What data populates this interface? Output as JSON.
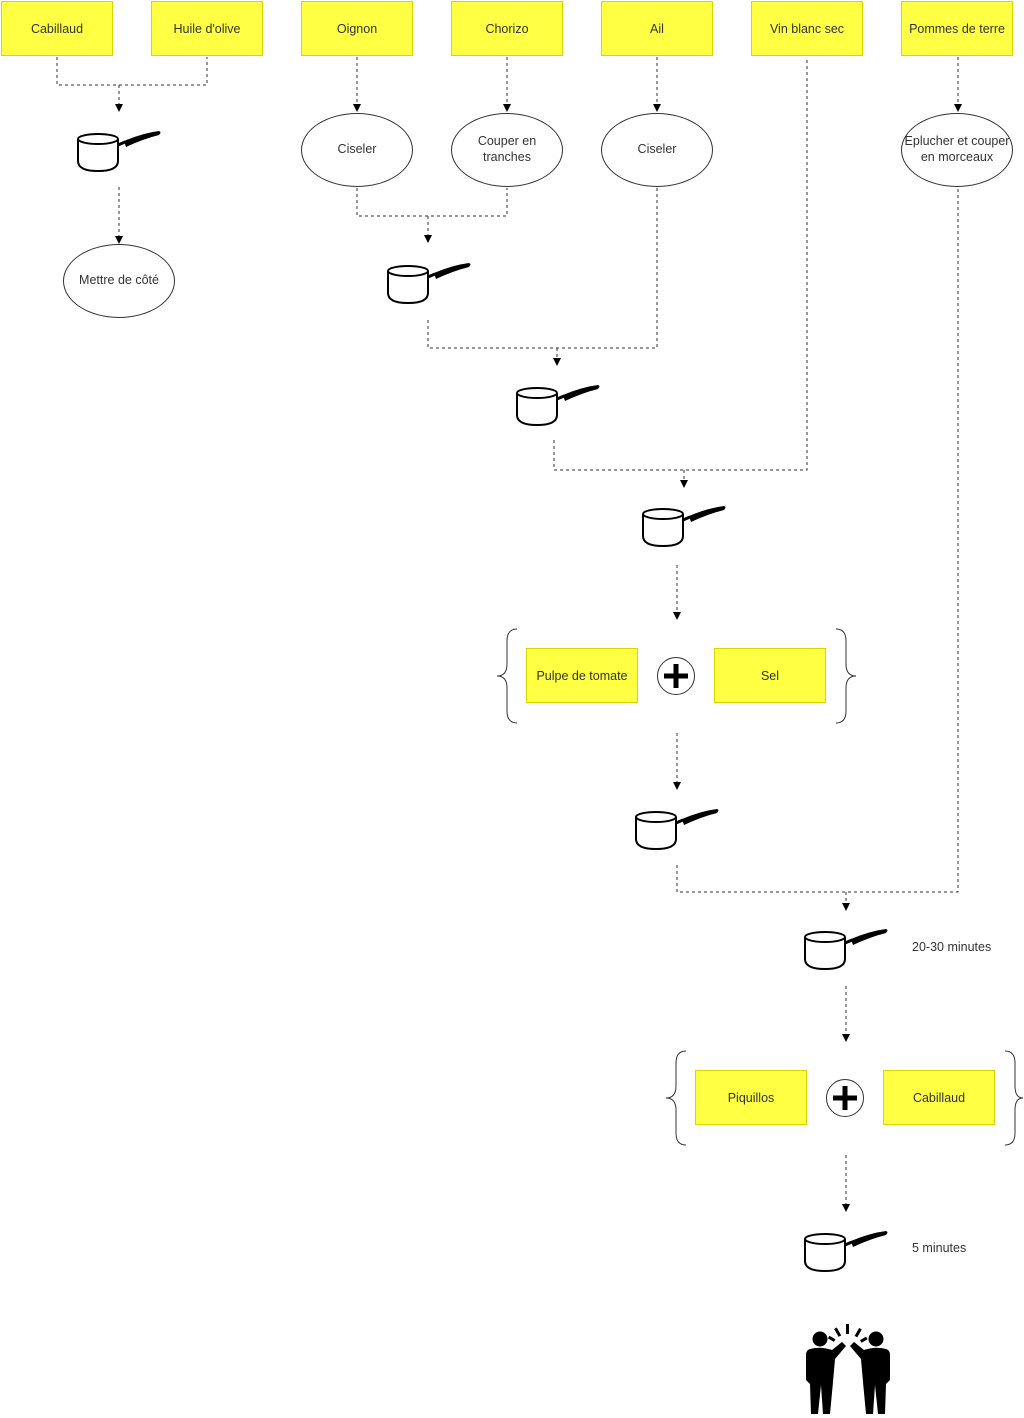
{
  "ingredients": {
    "cabillaud": "Cabillaud",
    "huile": "Huile d'olive",
    "oignon": "Oignon",
    "chorizo": "Chorizo",
    "ail": "Ail",
    "vin": "Vin blanc sec",
    "pommes": "Pommes de terre",
    "pulpe": "Pulpe de tomate",
    "sel": "Sel",
    "piquillos": "Piquillos",
    "cabillaud2": "Cabillaud"
  },
  "steps": {
    "mettre": "Mettre de côté",
    "ciseler_oignon": "Ciseler",
    "couper_chorizo": "Couper en tranches",
    "ciseler_ail": "Ciseler",
    "eplucher": "Eplucher et couper en morceaux"
  },
  "durations": {
    "first": "20-30 minutes",
    "second": "5 minutes"
  },
  "icons": {
    "pot": "saucepan-icon",
    "plus": "plus-icon",
    "celebrate": "high-five-icon"
  },
  "colors": {
    "ingredient_fill": "#ffff44",
    "stroke": "#333333"
  }
}
